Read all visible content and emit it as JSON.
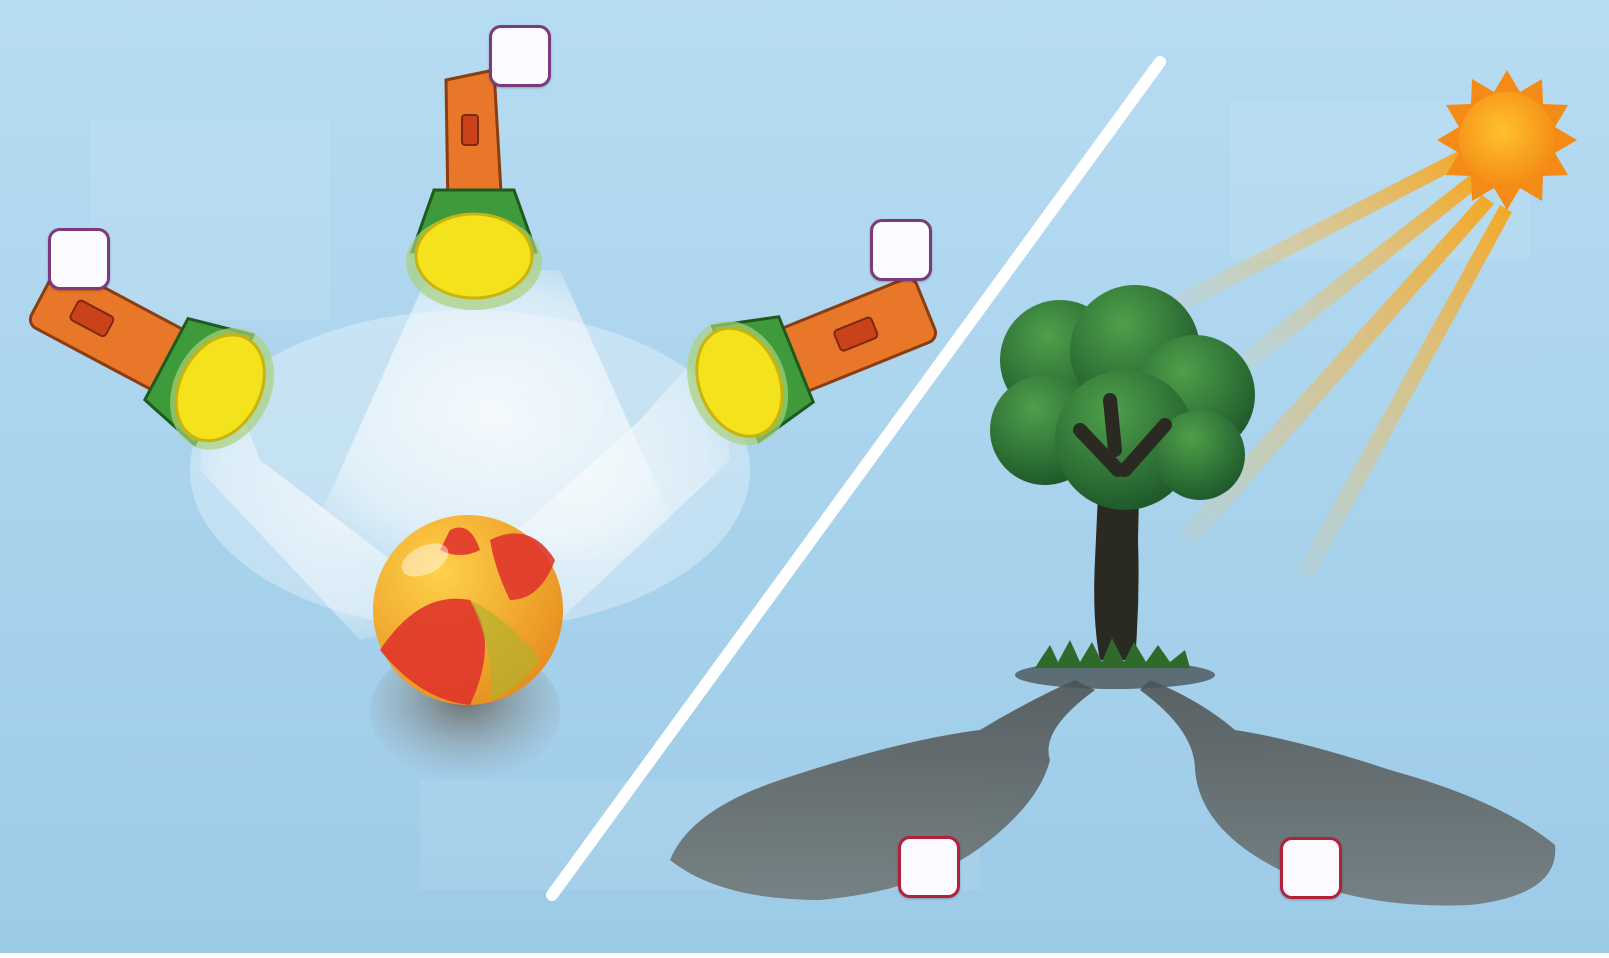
{
  "scene": {
    "left_panel": {
      "flashlights": [
        {
          "name": "flashlight-left"
        },
        {
          "name": "flashlight-top"
        },
        {
          "name": "flashlight-right"
        }
      ],
      "object": "ball"
    },
    "right_panel": {
      "light_source": "sun",
      "object": "tree",
      "shadows": 2
    },
    "answer_boxes": [
      {
        "id": "flashlight-left",
        "value": ""
      },
      {
        "id": "flashlight-top",
        "value": ""
      },
      {
        "id": "flashlight-right",
        "value": ""
      },
      {
        "id": "shadow-left",
        "value": ""
      },
      {
        "id": "shadow-right",
        "value": ""
      }
    ],
    "colors": {
      "sky": "#a9d4ee",
      "flashlight_body": "#e8772a",
      "flashlight_ring": "#3e9a3a",
      "lens": "#f4e21c",
      "sun": "#f7a51a",
      "foliage": "#2f7a38",
      "trunk": "#2a2a22",
      "shadow": "#5c5f5d",
      "divider": "#ffffff"
    }
  }
}
